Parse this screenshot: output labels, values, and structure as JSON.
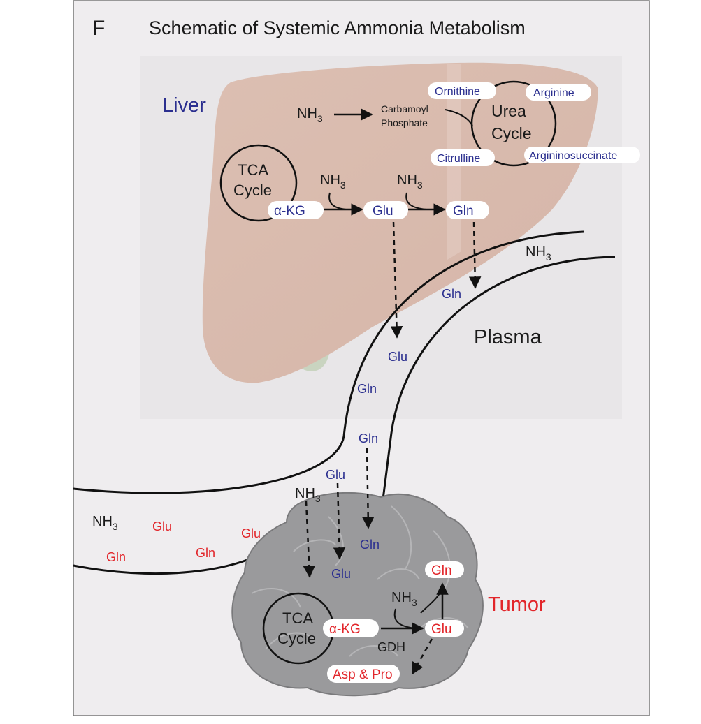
{
  "panel_letter": "F",
  "title": "Schematic of Systemic Ammonia Metabolism",
  "liver": {
    "label": "Liver",
    "nh3": "NH",
    "sub3": "3",
    "carbamoyl_line1": "Carbamoyl",
    "carbamoyl_line2": "Phosphate",
    "urea_line1": "Urea",
    "urea_line2": "Cycle",
    "ornithine": "Ornithine",
    "arginine": "Arginine",
    "citrulline": "Citrulline",
    "argininosuccinate": "Argininosuccinate",
    "tca_line1": "TCA",
    "tca_line2": "Cycle",
    "akg": "α-KG",
    "glu": "Glu",
    "gln": "Gln"
  },
  "plasma": {
    "label": "Plasma",
    "nh3": "NH",
    "sub3": "3",
    "gln_top": "Gln",
    "glu_mid": "Glu",
    "gln_mid1": "Gln",
    "gln_mid2": "Gln",
    "glu_low": "Glu"
  },
  "tumor_vessel": {
    "nh3": "NH",
    "sub3": "3",
    "glu1": "Glu",
    "glu2": "Glu",
    "gln1": "Gln",
    "gln2": "Gln"
  },
  "tumor": {
    "label": "Tumor",
    "nh3_in": "NH",
    "sub3": "3",
    "gln_in": "Gln",
    "glu_in": "Glu",
    "tca_line1": "TCA",
    "tca_line2": "Cycle",
    "akg": "α-KG",
    "glu": "Glu",
    "gln": "Gln",
    "nh3": "NH",
    "gdh": "GDH",
    "asp_pro": "Asp & Pro"
  },
  "colors": {
    "panel_bg": "#efedef",
    "liver_fill": "#dcbfb2",
    "gallbladder": "#c9d4c0",
    "tumor_fill": "#9a9a9c",
    "blue": "#2b2f8f",
    "red": "#e2262b"
  }
}
